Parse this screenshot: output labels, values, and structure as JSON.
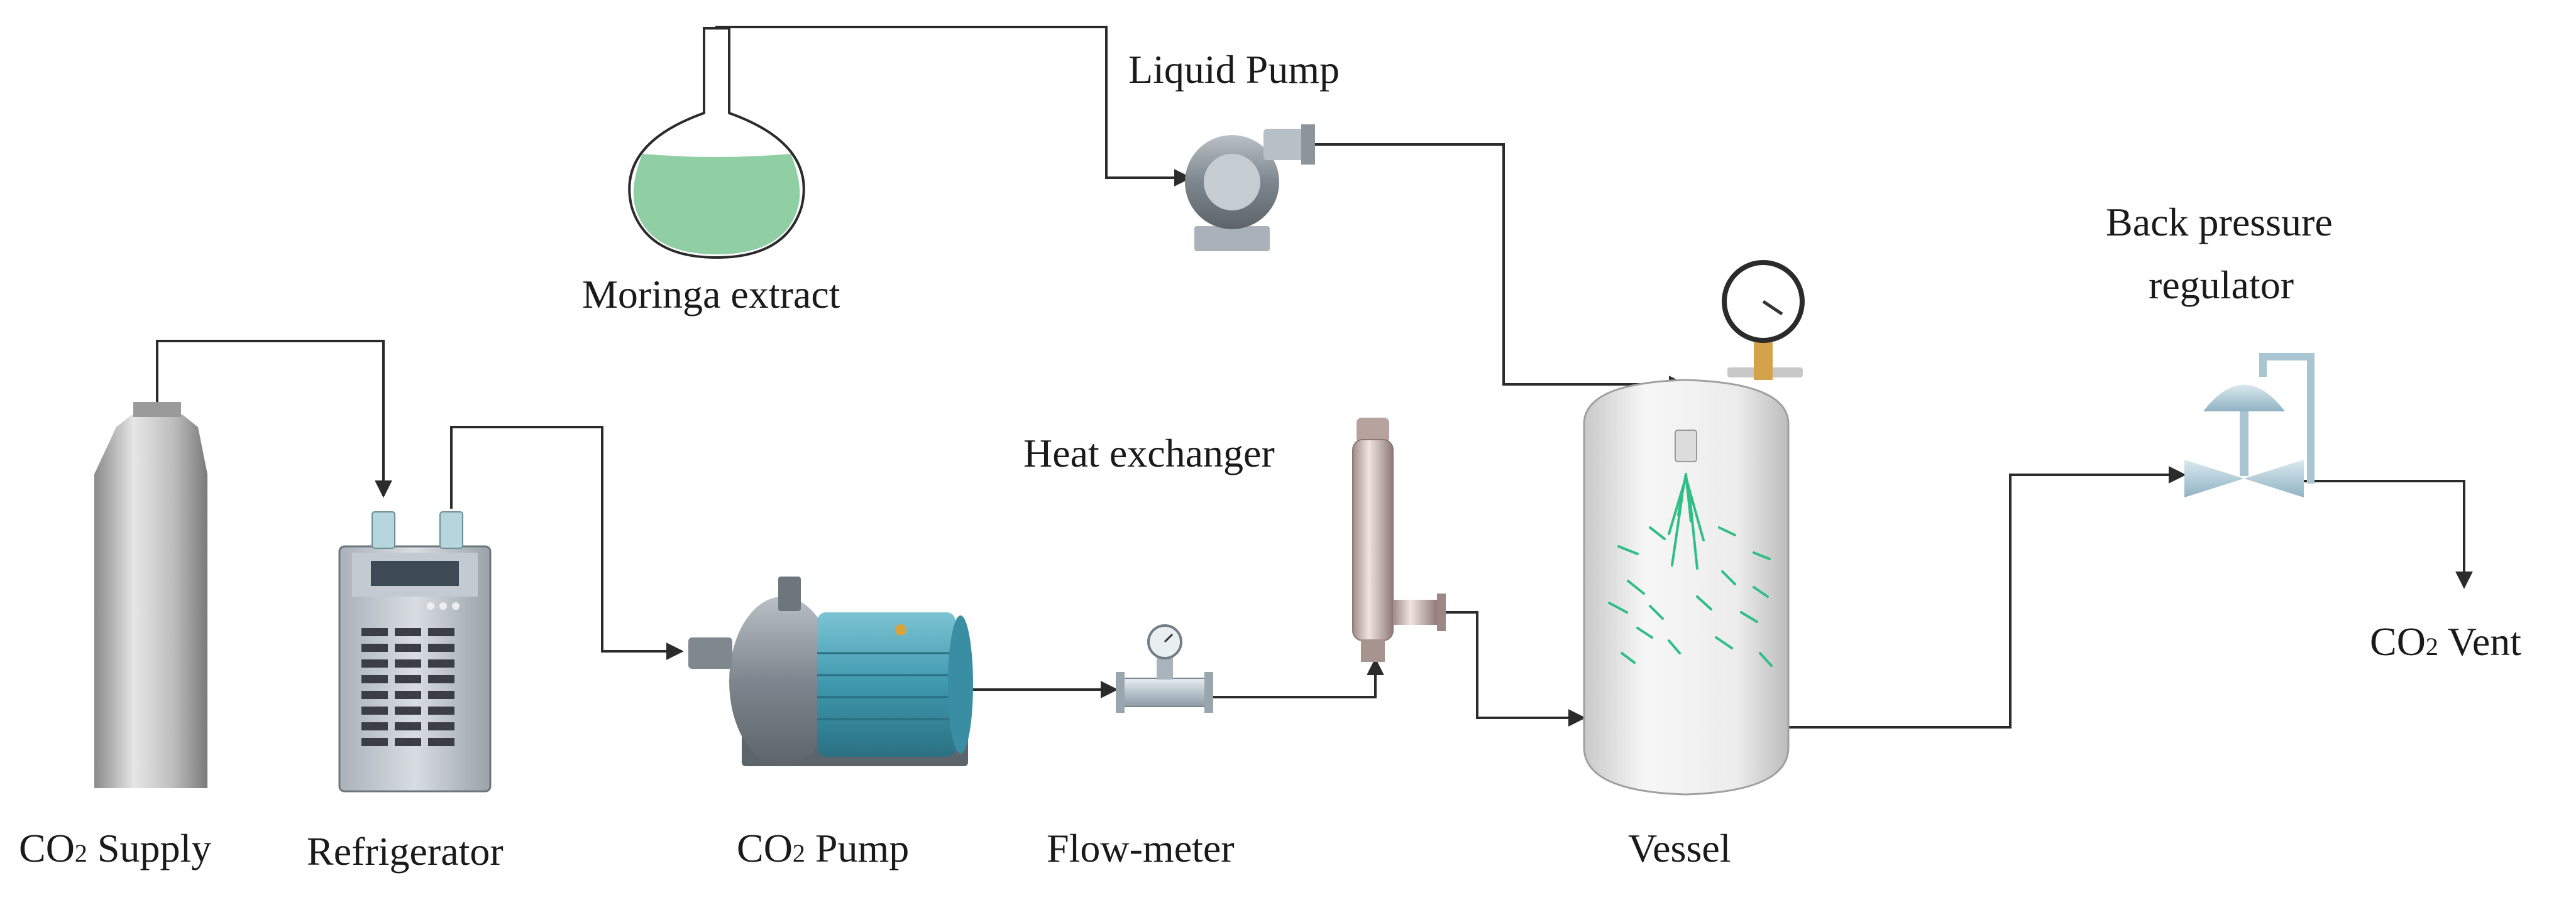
{
  "labels": {
    "co2_supply": {
      "main": "CO",
      "sub": "2",
      "rest": " Supply"
    },
    "refrigerator": "Refrigerator",
    "co2_pump": {
      "main": "CO",
      "sub": "2",
      "rest": " Pump"
    },
    "flow_meter": "Flow-meter",
    "heat_exchanger": "Heat exchanger",
    "moringa_extract": "Moringa extract",
    "liquid_pump": "Liquid Pump",
    "vessel": "Vessel",
    "bpr_line1": "Back pressure",
    "bpr_line2": "regulator",
    "co2_vent": {
      "main": "CO",
      "sub": "2",
      "rest": " Vent"
    }
  },
  "colors": {
    "pipe": "#2b2b2b",
    "extract_liquid": "#8fcfa3",
    "pump_motor": "#4aa3b8",
    "spray": "#2fbf85"
  }
}
